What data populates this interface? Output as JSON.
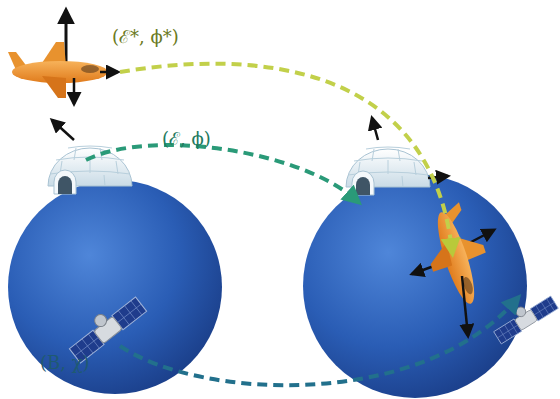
{
  "diagram": {
    "labels": [
      "(ℰ*, ϕ*)",
      "(ℰ, ϕ)",
      "(B, χ)"
    ]
  }
}
